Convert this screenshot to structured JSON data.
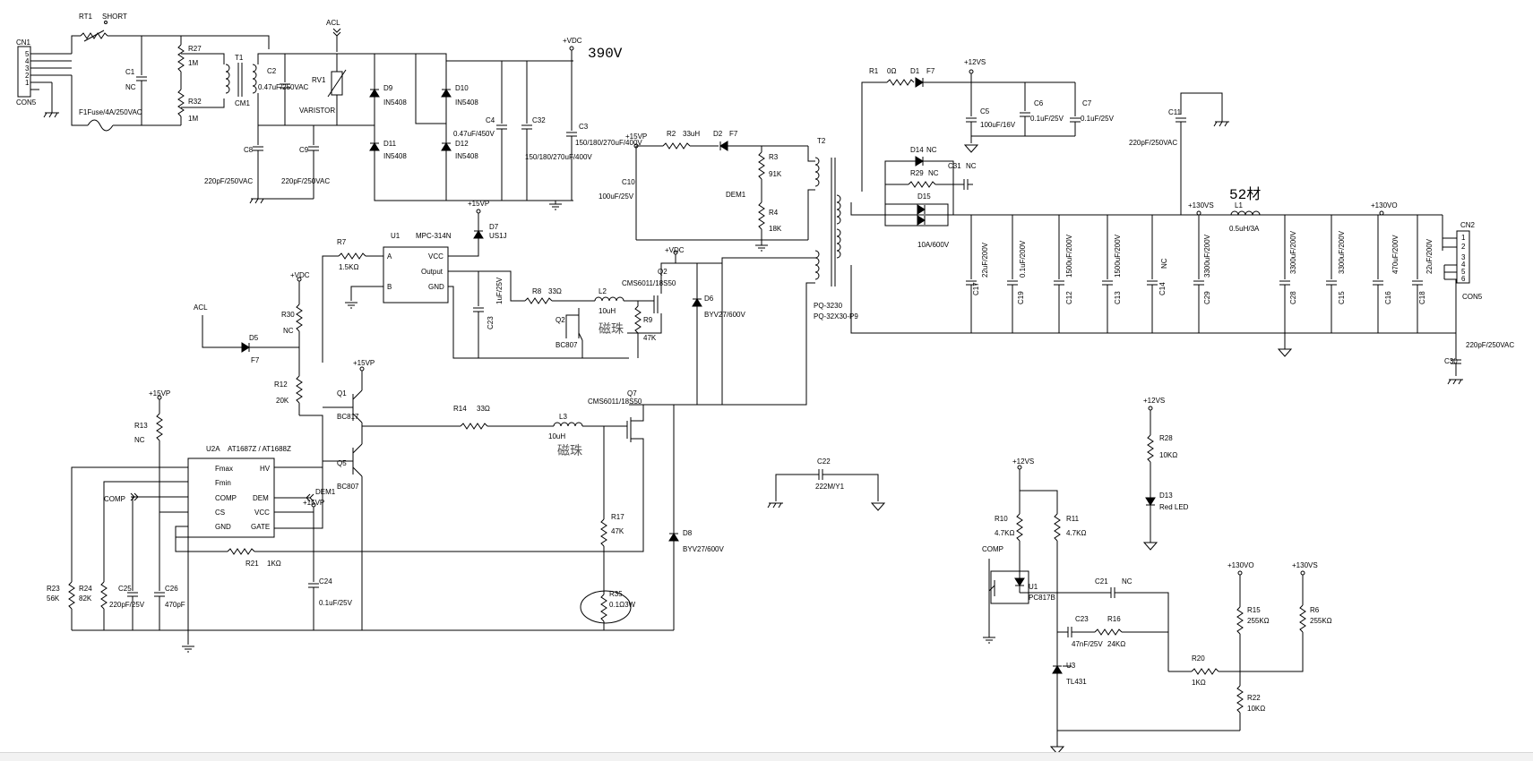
{
  "labels": {
    "cn1": "CN1",
    "con5a": "CON5",
    "rt1": "RT1",
    "short": "SHORT",
    "c1": "C1",
    "c1v": "NC",
    "fuse": "F1Fuse/4A/250VAC",
    "r27": "R27",
    "r27v": "1M",
    "r32": "R32",
    "r32v": "1M",
    "t1": "T1",
    "cm1": "CM1",
    "c2": "C2",
    "c2v": "0.47uF/250VAC",
    "rv1": "RV1",
    "varistor": "VARISTOR",
    "acl1": "ACL",
    "c8": "C8",
    "c8v": "220pF/250VAC",
    "c9": "C9",
    "c9v": "220pF/250VAC",
    "d9": "D9",
    "d10": "D10",
    "d11": "D11",
    "d12": "D12",
    "in5408": "IN5408",
    "c4": "C4",
    "c4v": "0.47uF/450V",
    "c32": "C32",
    "c3": "C3",
    "c32v": "150/180/270uF/400V",
    "c3v": "150/180/270uF/400V",
    "vdc1": "+VDC",
    "v390": "390V",
    "p15vp1": "+15VP",
    "r2": "R2",
    "r2v": "33uH",
    "d2": "D2",
    "f7": "F7",
    "c10": "C10",
    "c10v": "100uF/25V",
    "r3": "R3",
    "r3v": "91K",
    "dem1": "DEM1",
    "r4": "R4",
    "r4v": "18K",
    "t2": "T2",
    "pq1": "PQ-3230",
    "pq2": "PQ-32X30-P9",
    "r1": "R1",
    "r1v": "0Ω",
    "d1": "D1",
    "p12vs1": "+12VS",
    "c5": "C5",
    "c5v": "100uF/16V",
    "c6": "C6",
    "c6v": "0.1uF/25V",
    "c7": "C7",
    "c7v": "0.1uF/25V",
    "c11": "C11",
    "c11v": "220pF/250VAC",
    "d14": "D14",
    "nc": "NC",
    "r29": "R29",
    "c31": "C31",
    "d15": "D15",
    "d15v": "10A/600V",
    "mat52": "52材",
    "p130vs1": "+130VS",
    "l1": "L1",
    "l1v": "0.5uH/3A",
    "p130vo1": "+130VO",
    "c17": "C17",
    "c17v": "22uF/200V",
    "c19": "C19",
    "c19v": "0.1uF/200V",
    "c12": "C12",
    "c12v": "1500uF/200V",
    "c13": "C13",
    "c13v": "1500uF/200V",
    "c14": "C14",
    "c29": "C29",
    "c29v": "3300uF/200V",
    "c28": "C28",
    "c28v": "3300uF/200V",
    "c15": "C15",
    "c15v": "3300uF/200V",
    "c16": "C16",
    "c16v": "470uF/200V",
    "c18": "C18",
    "c18v": "22uF/200V",
    "cn2": "CN2",
    "con5b": "CON5",
    "c30": "C30",
    "c30v": "220pF/250VAC",
    "r7": "R7",
    "r7v": "1.5KΩ",
    "u1": "U1",
    "u1name": "MPC-314N",
    "pin_a": "A",
    "pin_b": "B",
    "pin_vcc": "VCC",
    "pin_output": "Output",
    "pin_gnd": "GND",
    "p15vp2": "+15VP",
    "d7": "D7",
    "d7v": "US1J",
    "r8": "R8",
    "r8v": "33Ω",
    "l2": "L2",
    "l2v": "10uH",
    "q2a": "Q2",
    "q2av": "BC807",
    "c23": "C23",
    "c23v": "1uF/25V",
    "beads1": "磁珠",
    "vdc2": "+VDC",
    "q2b": "Q2",
    "q2bv": "CMS6011/18S50",
    "r9": "R9",
    "r9v": "47K",
    "d6": "D6",
    "d6v": "BYV27/600V",
    "vdc3": "+VDC",
    "r30": "R30",
    "r30v": "NC",
    "acl2": "ACL",
    "d5": "D5",
    "d5v": "F7",
    "r12": "R12",
    "r12v": "20K",
    "p15vp3": "+15VP",
    "q1": "Q1",
    "q1v": "BC817",
    "q5": "Q5",
    "q5v": "BC807",
    "r14": "R14",
    "r14v": "33Ω",
    "l3": "L3",
    "l3v": "10uH",
    "beads2": "磁珠",
    "q7": "Q7",
    "q7v": "CMS6011/18S50",
    "p15vp4": "+15VP",
    "r13": "R13",
    "r13v": "NC",
    "u2a": "U2A",
    "u2name": "AT1687Z / AT1688Z",
    "pin_fmax": "Fmax",
    "pin_fmin": "Fmin",
    "pin_comp": "COMP",
    "pin_cs": "CS",
    "pin_gnd2": "GND",
    "pin_hv": "HV",
    "pin_dem": "DEM",
    "pin_vcc2": "VCC",
    "pin_gate": "GATE",
    "comp1": "COMP",
    "dem1b": "DEM1",
    "p15vp5": "+15VP",
    "r21": "R21",
    "r21v": "1KΩ",
    "c24": "C24",
    "c24v": "0.1uF/25V",
    "r23": "R23",
    "r23v": "56K",
    "r24": "R24",
    "r24v": "82K",
    "c25": "C25",
    "c25v": "220pF/25V",
    "c26": "C26",
    "c26v": "470pF",
    "r17": "R17",
    "r17v": "47K",
    "d8": "D8",
    "d8v": "BYV27/600V",
    "r35": "R35",
    "r35v": "0.1Ω3W",
    "c22": "C22",
    "c22v": "222M/Y1",
    "p12vs2": "+12VS",
    "r28": "R28",
    "r28v": "10KΩ",
    "d13": "D13",
    "d13v": "Red LED",
    "p12vs3": "+12VS",
    "r10": "R10",
    "r10v": "4.7KΩ",
    "r11": "R11",
    "r11v": "4.7KΩ",
    "comp2": "COMP",
    "u1opt": "U1",
    "pc817": "PC817B",
    "c21": "C21",
    "c21v": "NC",
    "c23b": "C23",
    "c23bv": "47nF/25V",
    "r16": "R16",
    "r16v": "24KΩ",
    "u3": "U3",
    "tl431": "TL431",
    "r20": "R20",
    "r20v": "1KΩ",
    "p130vo2": "+130VO",
    "p130vs2": "+130VS",
    "r15": "R15",
    "r15v": "255KΩ",
    "r6": "R6",
    "r6v": "255KΩ",
    "r22": "R22",
    "r22v": "10KΩ"
  },
  "colors": {
    "wire": "#000000",
    "background": "#ffffff",
    "cjk_note": "#555555"
  }
}
